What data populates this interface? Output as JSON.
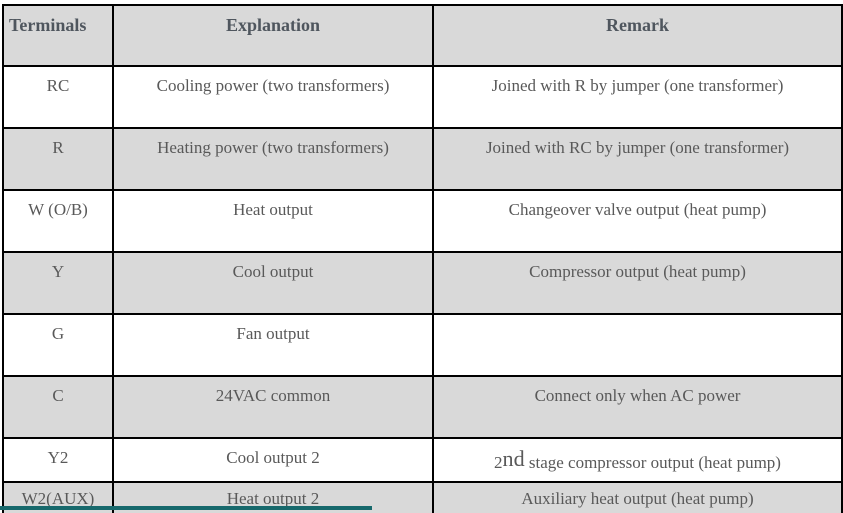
{
  "colors": {
    "row_shaded": "#d9d9d9",
    "text": "#595959",
    "header_text": "#4f565e",
    "border": "#000000",
    "accent_line": "#17696c",
    "page_bg": "#ffffff"
  },
  "table": {
    "headers": [
      "Terminals",
      "Explanation",
      "Remark"
    ],
    "rows": [
      {
        "terminal": "RC",
        "explanation": "Cooling power (two transformers)",
        "remark": "Joined with R by jumper (one transformer)"
      },
      {
        "terminal": "R",
        "explanation": "Heating power (two transformers)",
        "remark": "Joined with RC by jumper (one transformer)"
      },
      {
        "terminal": "W (O/B)",
        "explanation": "Heat output",
        "remark": "Changeover valve output (heat pump)"
      },
      {
        "terminal": "Y",
        "explanation": "Cool output",
        "remark": "Compressor output (heat pump)"
      },
      {
        "terminal": "G",
        "explanation": "Fan output",
        "remark": ""
      },
      {
        "terminal": "C",
        "explanation": "24VAC common",
        "remark": "Connect only when AC power"
      },
      {
        "terminal": "Y2",
        "explanation": "Cool output 2",
        "remark_parts": [
          {
            "t": "2"
          },
          {
            "t": "nd",
            "style": "nd"
          },
          {
            "t": " stage compressor output (heat pump)"
          }
        ]
      },
      {
        "terminal": "W2(AUX)",
        "explanation": "Heat output 2",
        "remark": "Auxiliary heat output (heat pump)"
      }
    ]
  }
}
